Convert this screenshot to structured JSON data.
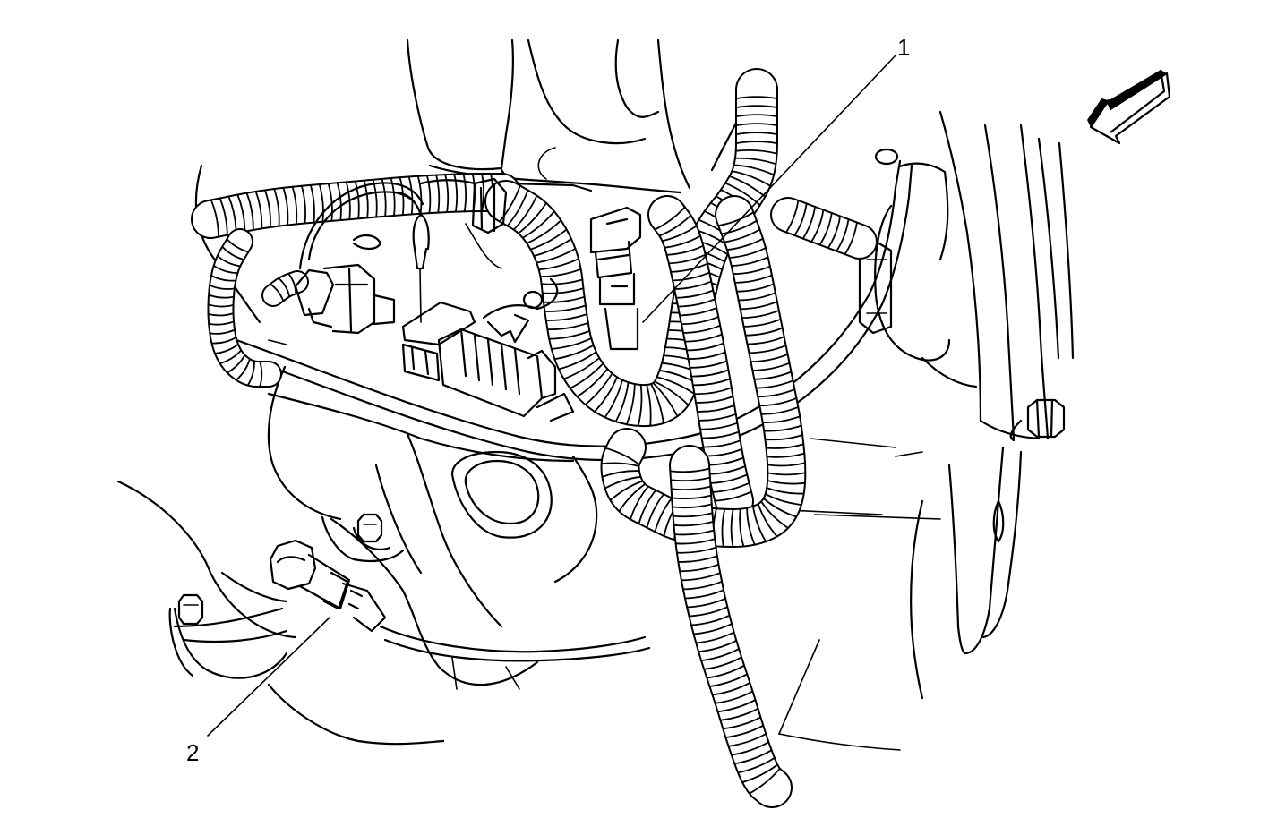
{
  "diagram": {
    "callouts": [
      {
        "id": "1",
        "label": "1"
      },
      {
        "id": "2",
        "label": "2"
      }
    ],
    "view_arrow_icon": "view-direction-arrow-icon"
  }
}
